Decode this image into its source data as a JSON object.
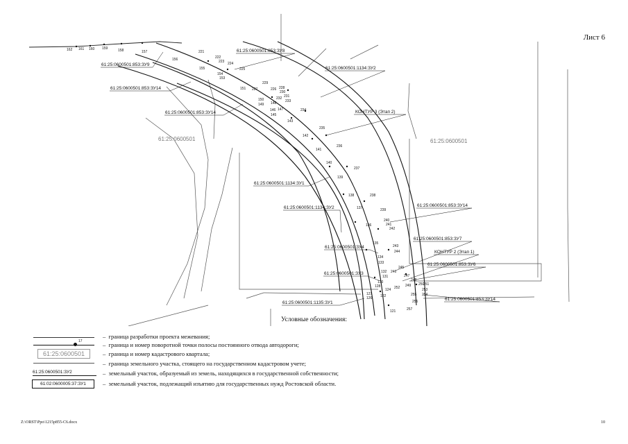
{
  "sheet_label": "Лист 6",
  "map": {
    "quarter_left": "61:25:0600501",
    "quarter_right": "61:25:0600501",
    "parcels": [
      {
        "key": "p1",
        "text": "61:25:0600501:853:ЗУ8"
      },
      {
        "key": "p2",
        "text": "61:25:0600501:853:ЗУ9"
      },
      {
        "key": "p3",
        "text": "61:25:0600501:1134:ЗУ2"
      },
      {
        "key": "p4",
        "text": "61:25:0600501:853:ЗУ14"
      },
      {
        "key": "p5",
        "text": "61:25:0600501:853:ЗУ14"
      },
      {
        "key": "p6",
        "text": "КОНТУР 3 (Этап 2)"
      },
      {
        "key": "p7",
        "text": "61:25:0600501:1134:ЗУ1"
      },
      {
        "key": "p8",
        "text": "61:25:0600501:1134:ЗУ2"
      },
      {
        "key": "p9",
        "text": "61:25:0600501:853:ЗУ14"
      },
      {
        "key": "p10",
        "text": "61:25:0600501:853:ЗУ7"
      },
      {
        "key": "p11",
        "text": "61:25:0600501:ЗУ4"
      },
      {
        "key": "p12",
        "text": "КОНТУР 2 (Этап 1)"
      },
      {
        "key": "p13",
        "text": "61:25:0600501:853:ЗУ6"
      },
      {
        "key": "p14",
        "text": "61:25:0600501:ЗУ3"
      },
      {
        "key": "p15",
        "text": "61:25:0600501:1135:ЗУ1"
      },
      {
        "key": "p16",
        "text": "61:25:0600501:853:ЗУ14"
      }
    ],
    "points": [
      {
        "key": "n162",
        "text": "162"
      },
      {
        "key": "n161",
        "text": "161"
      },
      {
        "key": "n160",
        "text": "160"
      },
      {
        "key": "n159",
        "text": "159"
      },
      {
        "key": "n158",
        "text": "158"
      },
      {
        "key": "n157",
        "text": "157"
      },
      {
        "key": "n156",
        "text": "156"
      },
      {
        "key": "n155",
        "text": "155"
      },
      {
        "key": "n154",
        "text": "154"
      },
      {
        "key": "n153",
        "text": "153"
      },
      {
        "key": "n151",
        "text": "151"
      },
      {
        "key": "n150",
        "text": "150"
      },
      {
        "key": "n149",
        "text": "149"
      },
      {
        "key": "n148",
        "text": "148"
      },
      {
        "key": "n147",
        "text": "147"
      },
      {
        "key": "n146",
        "text": "146"
      },
      {
        "key": "n145",
        "text": "145"
      },
      {
        "key": "n143",
        "text": "143"
      },
      {
        "key": "n142",
        "text": "142"
      },
      {
        "key": "n141",
        "text": "141"
      },
      {
        "key": "n140",
        "text": "140"
      },
      {
        "key": "n139",
        "text": "139"
      },
      {
        "key": "n138",
        "text": "138"
      },
      {
        "key": "n137",
        "text": "137"
      },
      {
        "key": "n136",
        "text": "136"
      },
      {
        "key": "n135",
        "text": "135"
      },
      {
        "key": "n134",
        "text": "134"
      },
      {
        "key": "n133",
        "text": "133"
      },
      {
        "key": "n132",
        "text": "132"
      },
      {
        "key": "n131",
        "text": "131"
      },
      {
        "key": "n130",
        "text": "130"
      },
      {
        "key": "n128",
        "text": "128"
      },
      {
        "key": "n127",
        "text": "127"
      },
      {
        "key": "n126",
        "text": "126"
      },
      {
        "key": "n124",
        "text": "124"
      },
      {
        "key": "n122",
        "text": "122"
      },
      {
        "key": "n121",
        "text": "121"
      },
      {
        "key": "n221",
        "text": "221"
      },
      {
        "key": "n222",
        "text": "222"
      },
      {
        "key": "n223",
        "text": "223"
      },
      {
        "key": "n224",
        "text": "224"
      },
      {
        "key": "n225",
        "text": "225"
      },
      {
        "key": "n226",
        "text": "226"
      },
      {
        "key": "n227",
        "text": "227"
      },
      {
        "key": "n228",
        "text": "228"
      },
      {
        "key": "n229",
        "text": "229"
      },
      {
        "key": "n230",
        "text": "230"
      },
      {
        "key": "n231",
        "text": "231"
      },
      {
        "key": "n232",
        "text": "232"
      },
      {
        "key": "n233",
        "text": "233"
      },
      {
        "key": "n234",
        "text": "234"
      },
      {
        "key": "n235",
        "text": "235"
      },
      {
        "key": "n236",
        "text": "236"
      },
      {
        "key": "n237",
        "text": "237"
      },
      {
        "key": "n238",
        "text": "238"
      },
      {
        "key": "n239",
        "text": "239"
      },
      {
        "key": "n240",
        "text": "240"
      },
      {
        "key": "n241",
        "text": "241"
      },
      {
        "key": "n242",
        "text": "242"
      },
      {
        "key": "n243",
        "text": "243"
      },
      {
        "key": "n244",
        "text": "244"
      },
      {
        "key": "n245",
        "text": "245"
      },
      {
        "key": "n246",
        "text": "246"
      },
      {
        "key": "n247",
        "text": "247"
      },
      {
        "key": "n248",
        "text": "248"
      },
      {
        "key": "n249",
        "text": "249"
      },
      {
        "key": "n250",
        "text": "250"
      },
      {
        "key": "n251",
        "text": "251"
      },
      {
        "key": "n252",
        "text": "252"
      },
      {
        "key": "n253",
        "text": "253"
      },
      {
        "key": "n254",
        "text": "254"
      },
      {
        "key": "n255",
        "text": "255"
      },
      {
        "key": "n256",
        "text": "256"
      },
      {
        "key": "n257",
        "text": "257"
      },
      {
        "key": "n258",
        "text": "258"
      }
    ]
  },
  "legend": {
    "title": "Условные обозначения:",
    "items": [
      {
        "sample": "",
        "text": "граница разработки проекта межевания;"
      },
      {
        "sample": "17",
        "text": "граница и номер поворотной точки полосы постоянного отвода автодороги;"
      },
      {
        "sample": "61:25:0600501",
        "text": "граница и номер кадастрового квартала;"
      },
      {
        "sample": "",
        "text": "граница земельного участка, стоящего на государственном кадастровом учете;"
      },
      {
        "sample": "61:25:0600501:ЗУ2",
        "text": "земельный участок, образуемый из земель, находящихся в государственной собственности;"
      },
      {
        "sample": "61:02:0600005:37:ЗУ1",
        "text": "земельный участок, подлежащий изъятию для государственных нужд Ростовской области."
      }
    ],
    "dash": "–"
  },
  "footer": {
    "path": "Z:\\ORST\\Ppo\\1215p855-С6.docx",
    "page": "10"
  }
}
